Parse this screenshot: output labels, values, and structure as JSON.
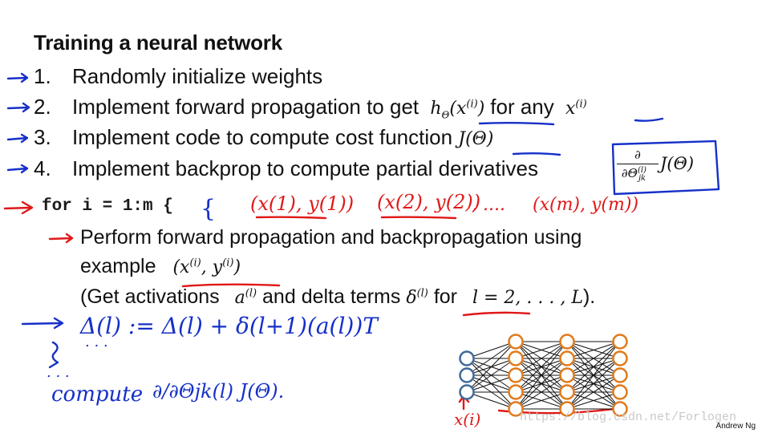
{
  "slide": {
    "title": "Training a neural network",
    "steps": [
      {
        "num": "1.",
        "text": "Randomly initialize weights"
      },
      {
        "num": "2.",
        "text": "Implement forward propagation to get",
        "math": "hΘ(x(i))",
        "after": "for any",
        "math2": "x(i)"
      },
      {
        "num": "3.",
        "text": "Implement code to compute cost function",
        "math": "J(Θ)"
      },
      {
        "num": "4.",
        "text": "Implement backprop to compute partial derivatives"
      }
    ],
    "partial_derivative": {
      "numerator": "∂",
      "denominator": "∂Θjk(l)",
      "function": "J(Θ)"
    },
    "code_line": "for i = 1:m {",
    "sub_bullet": {
      "line1": "Perform forward propagation and backpropagation using",
      "line2_text": "example",
      "line2_math": "(x(i), y(i))",
      "line3_pre": "(Get activations",
      "line3_math1": "a(l)",
      "line3_mid": "and delta terms",
      "line3_math2": "δ(l)",
      "line3_for": "for",
      "line3_math3": "l = 2, . . . , L",
      "line3_end": ")."
    },
    "credit": "Andrew Ng",
    "watermark": "https://blog.csdn.net/Forlogen"
  },
  "handwriting": {
    "examples": [
      "(x(1), y(1))",
      "(x(2), y(2))",
      ", ....",
      "(x(m), y(m))"
    ],
    "update": "Δ(l) := Δ(l) + δ(l+1)(a(l))T",
    "ellipsis": ". . .",
    "close_brace": "}",
    "dots": ". . .",
    "compute": "compute",
    "compute_expr": "∂/∂Θjk(l) J(Θ).",
    "input_label": "x(i)"
  },
  "network": {
    "layers": [
      3,
      5,
      5,
      5
    ],
    "colors": {
      "input": "#3e6a9a",
      "hidden": "#e07a1a",
      "output": "#e07a1a",
      "edge": "#111111"
    }
  },
  "colors": {
    "blue_ink": "#1630c8",
    "red_ink": "#e01818"
  }
}
